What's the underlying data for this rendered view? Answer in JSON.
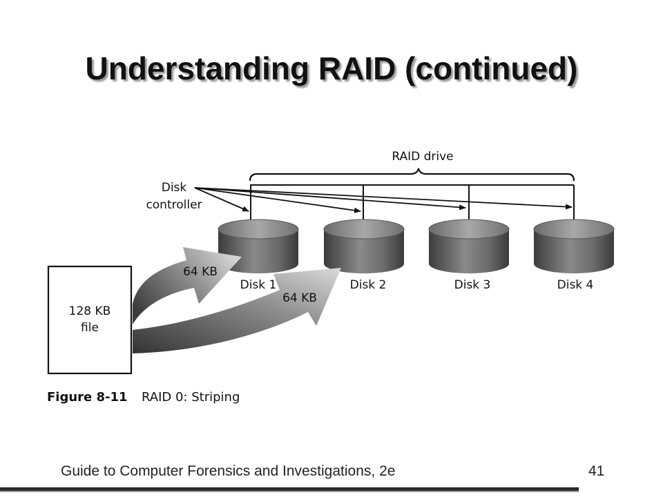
{
  "slide": {
    "title": "Understanding RAID (continued)",
    "footer": "Guide to Computer Forensics and Investigations, 2e",
    "page_number": "41"
  },
  "diagram": {
    "raid_drive_label": "RAID drive",
    "controller_label_line1": "Disk",
    "controller_label_line2": "controller",
    "file_label_line1": "128 KB",
    "file_label_line2": "file",
    "chunk_label_1": "64 KB",
    "chunk_label_2": "64 KB",
    "disks": [
      "Disk 1",
      "Disk 2",
      "Disk 3",
      "Disk 4"
    ],
    "figure_number": "Figure 8-11",
    "figure_caption": "RAID 0: Striping"
  },
  "colors": {
    "disk_dark": "#3c3c3c",
    "disk_mid": "#8a8a8a",
    "disk_light": "#bdbdbd",
    "arrow_dark": "#3a3a3a",
    "arrow_light": "#d8d8d8"
  }
}
